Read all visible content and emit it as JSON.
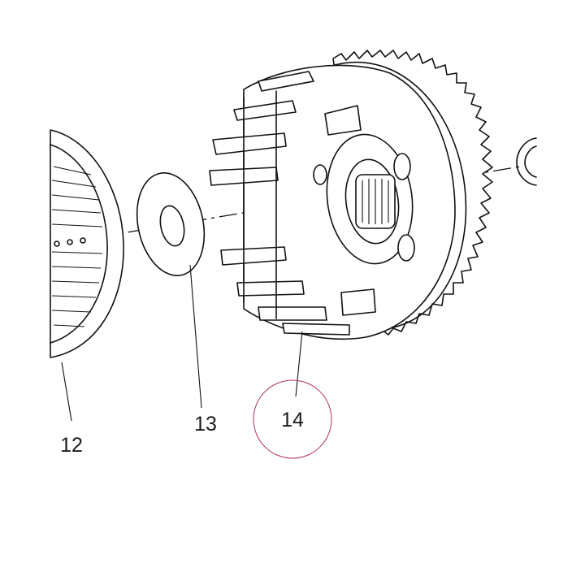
{
  "parts": [
    {
      "id": "part-12",
      "label": "12"
    },
    {
      "id": "part-13",
      "label": "13"
    },
    {
      "id": "part-14",
      "label": "14"
    }
  ],
  "colors": {
    "line": "#111111",
    "background": "#ffffff",
    "highlight_circle": "#b03050"
  }
}
